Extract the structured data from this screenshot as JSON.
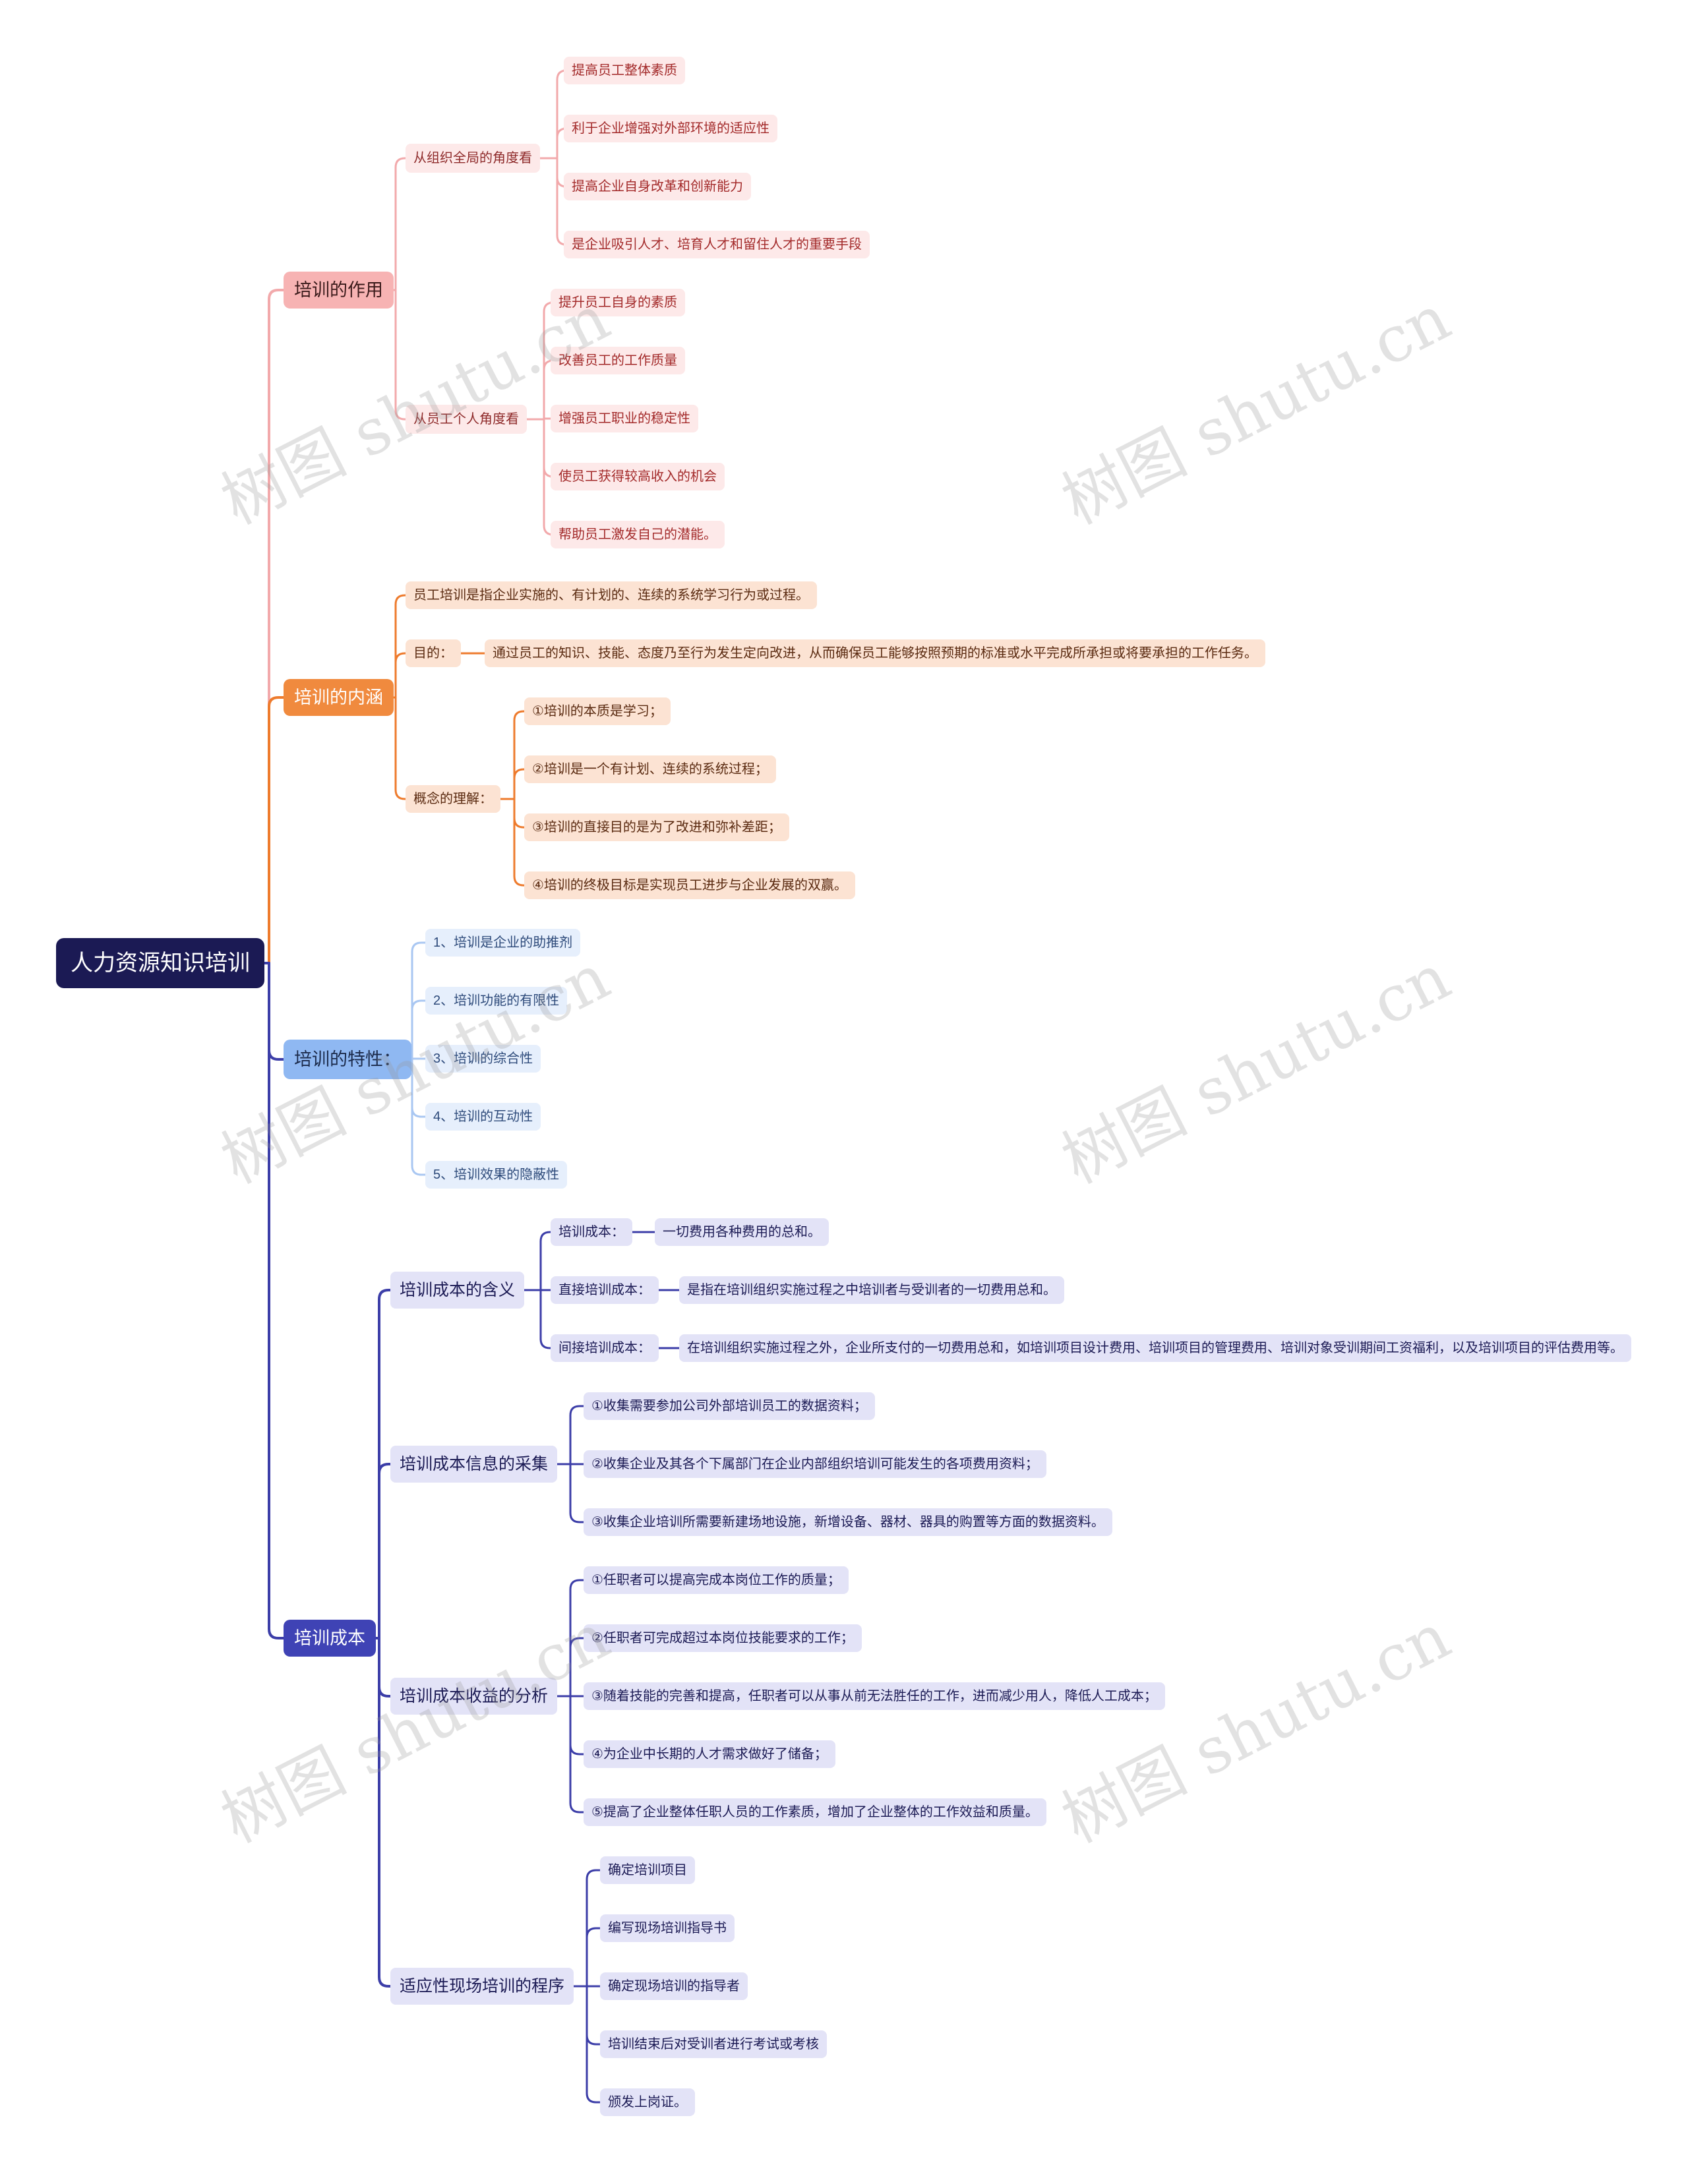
{
  "root": {
    "label": "人力资源知识培训"
  },
  "watermark": "树图 shutu.cn",
  "colors": {
    "root_bg": "#1b1a54",
    "red_line": "#f2a9ab",
    "red_b1_bg": "#f7b3b3",
    "red_b1_fg": "#3a1a1a",
    "red_b2_bg": "#fde9e9",
    "red_b2_fg": "#8e2a2a",
    "red_leaf_bg": "#fde9e9",
    "red_leaf_fg": "#a32a2a",
    "orange_line": "#ee7b2d",
    "orange_b1_bg": "#f08a3e",
    "orange_b1_fg": "#ffffff",
    "orange_leaf_bg": "#fce3d3",
    "orange_leaf_fg": "#5a2a10",
    "blue_line": "#a9c7f2",
    "blue_b1_bg": "#8fb8f2",
    "blue_b1_fg": "#1b2a4a",
    "blue_leaf_bg": "#e6effc",
    "blue_leaf_fg": "#2d4a7a",
    "indigo_line": "#3c3ea8",
    "indigo_b1_bg": "#3f43b5",
    "indigo_b1_fg": "#ffffff",
    "indigo_b2_bg": "#e3e3f7",
    "indigo_b2_fg": "#1b1a54",
    "indigo_leaf_bg": "#e3e3f7",
    "indigo_leaf_fg": "#1b1a54"
  },
  "branches": [
    {
      "label": "培训的作用",
      "children": [
        {
          "label": "从组织全局的角度看",
          "children": [
            {
              "label": "提高员工整体素质"
            },
            {
              "label": "利于企业增强对外部环境的适应性"
            },
            {
              "label": "提高企业自身改革和创新能力"
            },
            {
              "label": "是企业吸引人才、培育人才和留住人才的重要手段"
            }
          ]
        },
        {
          "label": "从员工个人角度看",
          "children": [
            {
              "label": "提升员工自身的素质"
            },
            {
              "label": "改善员工的工作质量"
            },
            {
              "label": "增强员工职业的稳定性"
            },
            {
              "label": "使员工获得较高收入的机会"
            },
            {
              "label": "帮助员工激发自己的潜能。"
            }
          ]
        }
      ]
    },
    {
      "label": "培训的内涵",
      "children": [
        {
          "label": "员工培训是指企业实施的、有计划的、连续的系统学习行为或过程。"
        },
        {
          "label": "目的：",
          "children": [
            {
              "label": "通过员工的知识、技能、态度乃至行为发生定向改进，从而确保员工能够按照预期的标准或水平完成所承担或将要承担的工作任务。"
            }
          ]
        },
        {
          "label": "概念的理解：",
          "children": [
            {
              "label": "①培训的本质是学习；"
            },
            {
              "label": "②培训是一个有计划、连续的系统过程；"
            },
            {
              "label": "③培训的直接目的是为了改进和弥补差距；"
            },
            {
              "label": "④培训的终极目标是实现员工进步与企业发展的双赢。"
            }
          ]
        }
      ]
    },
    {
      "label": "培训的特性：",
      "children": [
        {
          "label": "1、培训是企业的助推剂"
        },
        {
          "label": "2、培训功能的有限性"
        },
        {
          "label": "3、培训的综合性"
        },
        {
          "label": "4、培训的互动性"
        },
        {
          "label": "5、培训效果的隐蔽性"
        }
      ]
    },
    {
      "label": "培训成本",
      "children": [
        {
          "label": "培训成本的含义",
          "children": [
            {
              "label": "培训成本：",
              "children": [
                {
                  "label": "一切费用各种费用的总和。"
                }
              ]
            },
            {
              "label": "直接培训成本：",
              "children": [
                {
                  "label": "是指在培训组织实施过程之中培训者与受训者的一切费用总和。"
                }
              ]
            },
            {
              "label": "间接培训成本：",
              "children": [
                {
                  "label": "在培训组织实施过程之外，企业所支付的一切费用总和，如培训项目设计费用、培训项目的管理费用、培训对象受训期间工资福利，以及培训项目的评估费用等。"
                }
              ]
            }
          ]
        },
        {
          "label": "培训成本信息的采集",
          "children": [
            {
              "label": "①收集需要参加公司外部培训员工的数据资料；"
            },
            {
              "label": "②收集企业及其各个下属部门在企业内部组织培训可能发生的各项费用资料；"
            },
            {
              "label": "③收集企业培训所需要新建场地设施，新增设备、器材、器具的购置等方面的数据资料。"
            }
          ]
        },
        {
          "label": "培训成本收益的分析",
          "children": [
            {
              "label": "①任职者可以提高完成本岗位工作的质量；"
            },
            {
              "label": "②任职者可完成超过本岗位技能要求的工作；"
            },
            {
              "label": "③随着技能的完善和提高，任职者可以从事从前无法胜任的工作，进而减少用人，降低人工成本；"
            },
            {
              "label": "④为企业中长期的人才需求做好了储备；"
            },
            {
              "label": "⑤提高了企业整体任职人员的工作素质，增加了企业整体的工作效益和质量。"
            }
          ]
        },
        {
          "label": "适应性现场培训的程序",
          "children": [
            {
              "label": "确定培训项目"
            },
            {
              "label": "编写现场培训指导书"
            },
            {
              "label": "确定现场培训的指导者"
            },
            {
              "label": "培训结束后对受训者进行考试或考核"
            },
            {
              "label": "颁发上岗证。"
            }
          ]
        }
      ]
    }
  ]
}
